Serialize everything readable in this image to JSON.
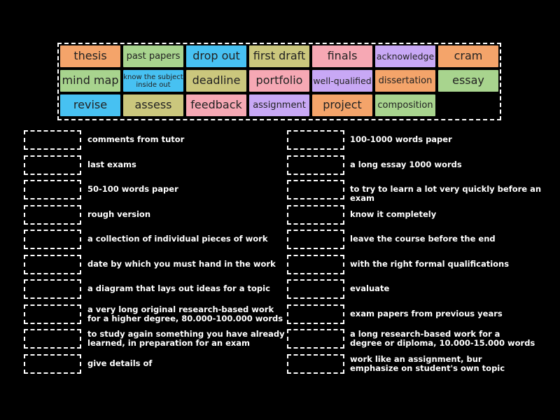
{
  "bank": {
    "tiles": [
      {
        "label": "thesis",
        "color": "#f4a46a"
      },
      {
        "label": "past papers",
        "color": "#a8d48e"
      },
      {
        "label": "drop out",
        "color": "#47c1f2"
      },
      {
        "label": "first draft",
        "color": "#cbc77d"
      },
      {
        "label": "finals",
        "color": "#f6a8b4"
      },
      {
        "label": "acknowledge",
        "color": "#c8a8f5"
      },
      {
        "label": "cram",
        "color": "#f4a46a"
      },
      {
        "label": "mind map",
        "color": "#a8d48e"
      },
      {
        "label": "know the subject inside out",
        "color": "#47c1f2"
      },
      {
        "label": "deadline",
        "color": "#cbc77d"
      },
      {
        "label": "portfolio",
        "color": "#f6a8b4"
      },
      {
        "label": "well-qualified",
        "color": "#c8a8f5"
      },
      {
        "label": "dissertation",
        "color": "#f4a46a"
      },
      {
        "label": "essay",
        "color": "#a8d48e"
      },
      {
        "label": "revise",
        "color": "#47c1f2"
      },
      {
        "label": "assess",
        "color": "#cbc77d"
      },
      {
        "label": "feedback",
        "color": "#f6a8b4"
      },
      {
        "label": "assignment",
        "color": "#c8a8f5"
      },
      {
        "label": "project",
        "color": "#f4a46a"
      },
      {
        "label": "composition",
        "color": "#a8d48e"
      }
    ]
  },
  "left_clues": [
    "comments from tutor",
    "last exams",
    "50-100 words paper",
    "rough version",
    "a collection of individual pieces of work",
    "date by which you must hand in the work",
    "a diagram that lays out ideas for a topic",
    "a very long original research-based work\nfor a higher degree, 80.000-100.000 words",
    "to study again something you have already\nlearned, in preparation for an exam",
    "give details of"
  ],
  "right_clues": [
    "100-1000 words paper",
    "a long essay 1000 words",
    "to try to learn a lot very quickly before an exam",
    "know it completely",
    "leave the course before the end",
    "with the right formal qualifications",
    "evaluate",
    "exam papers from previous years",
    "a long research-based work for a\ndegree or diploma, 10.000-15.000 words",
    "work like an assignment, bur\nemphasize on student's own topic"
  ]
}
